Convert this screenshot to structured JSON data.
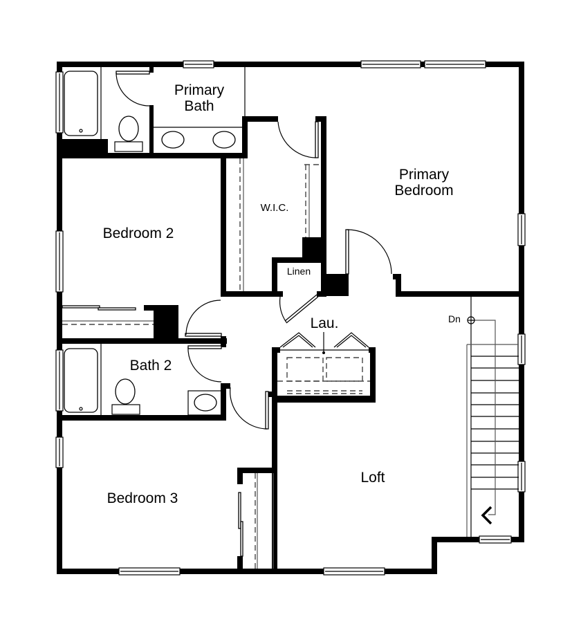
{
  "floorplan": {
    "rooms": {
      "primary_bath": "Primary\nBath",
      "primary_bedroom": "Primary\nBedroom",
      "wic": "W.I.C.",
      "bedroom_2": "Bedroom 2",
      "linen": "Linen",
      "laundry": "Lau.",
      "bath_2": "Bath 2",
      "bedroom_3": "Bedroom 3",
      "loft": "Loft"
    },
    "stairs": {
      "direction_label": "Dn",
      "tread_count": 12
    },
    "colors": {
      "wall": "#000000",
      "background": "#ffffff"
    }
  }
}
